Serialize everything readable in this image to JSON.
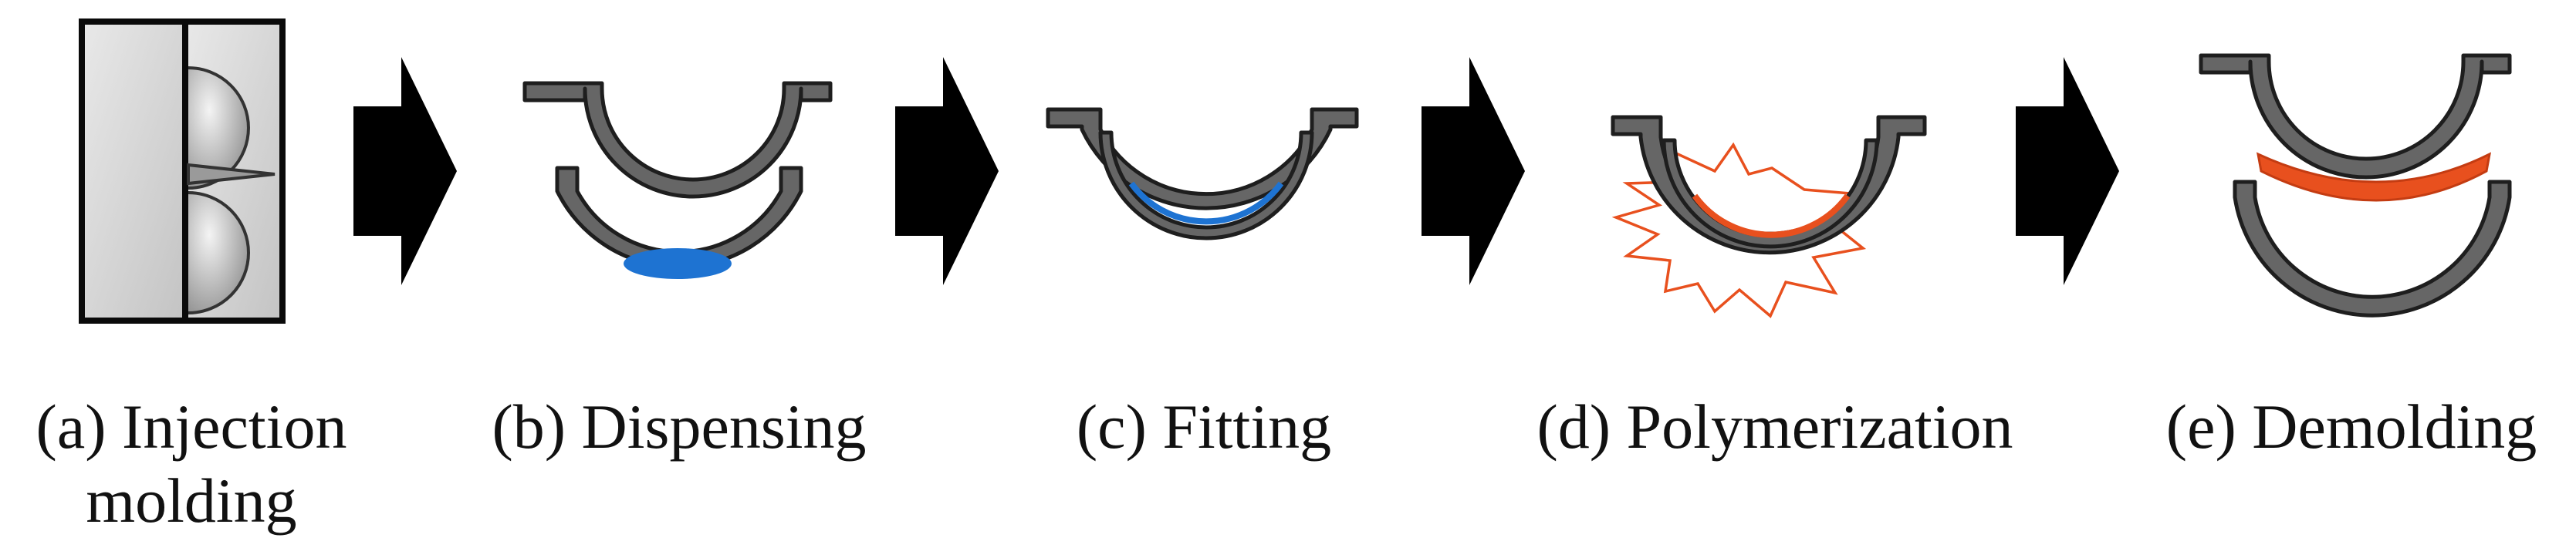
{
  "colors": {
    "mold_fill": "#666666",
    "mold_stroke": "#1e1e1e",
    "monomer_blue": "#1e73d2",
    "polymer_orange": "#e8501e",
    "arrow": "#000000",
    "injection_block": "#d9d9d9"
  },
  "steps": [
    {
      "id": "a",
      "label": "(a) Injection\nmolding"
    },
    {
      "id": "b",
      "label": "(b) Dispensing"
    },
    {
      "id": "c",
      "label": "(c) Fitting"
    },
    {
      "id": "d",
      "label": "(d) Polymerization"
    },
    {
      "id": "e",
      "label": "(e) Demolding"
    }
  ],
  "icons": {
    "injection": "injection-mold-icon",
    "dispensing": "dispensing-mold-icon",
    "fitting": "fitted-mold-icon",
    "polymerization": "uv-burst-icon",
    "demolding": "demolded-lens-icon",
    "arrow": "process-arrow-icon"
  }
}
